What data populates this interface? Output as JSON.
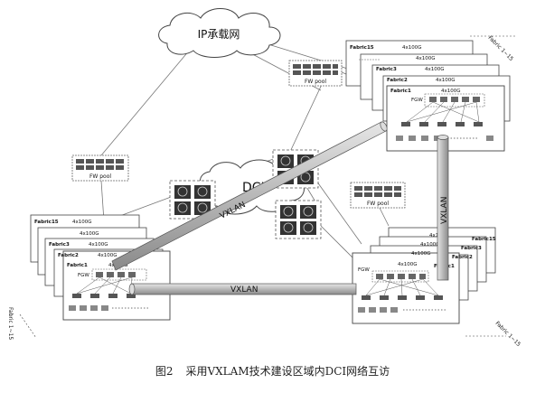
{
  "clouds": {
    "ip": "IP承载网",
    "dci": "DCI"
  },
  "fw_pool_label": "FW pool",
  "links": {
    "vxlan_diagonal": "VXLAN",
    "vxlan_bottom": "VXLAN",
    "vxlan_vertical": "VXLAN"
  },
  "fabric_stacks": {
    "top_right": {
      "labels": [
        "Fabric15",
        "Fabric3",
        "Fabric2",
        "Fabric1"
      ],
      "bandwidth": "4x100G",
      "gateway": "FGW",
      "range_label": "Fabric 1~15"
    },
    "left": {
      "labels": [
        "Fabric15",
        "Fabric3",
        "Fabric2",
        "Fabric1"
      ],
      "bandwidth": "4x100G",
      "gateway": "FGW",
      "range_label": "Fabric 1~15"
    },
    "bottom_right": {
      "labels": [
        "Fabric15",
        "Fabric3",
        "Fabric2",
        "Fabric1"
      ],
      "bandwidth": "4x100G",
      "gateway": "FGW",
      "range_label": "Fabric 1~15"
    }
  },
  "caption": {
    "figure": "图2",
    "text": "采用VXLAM技术建设区域内DCI网络互访"
  }
}
